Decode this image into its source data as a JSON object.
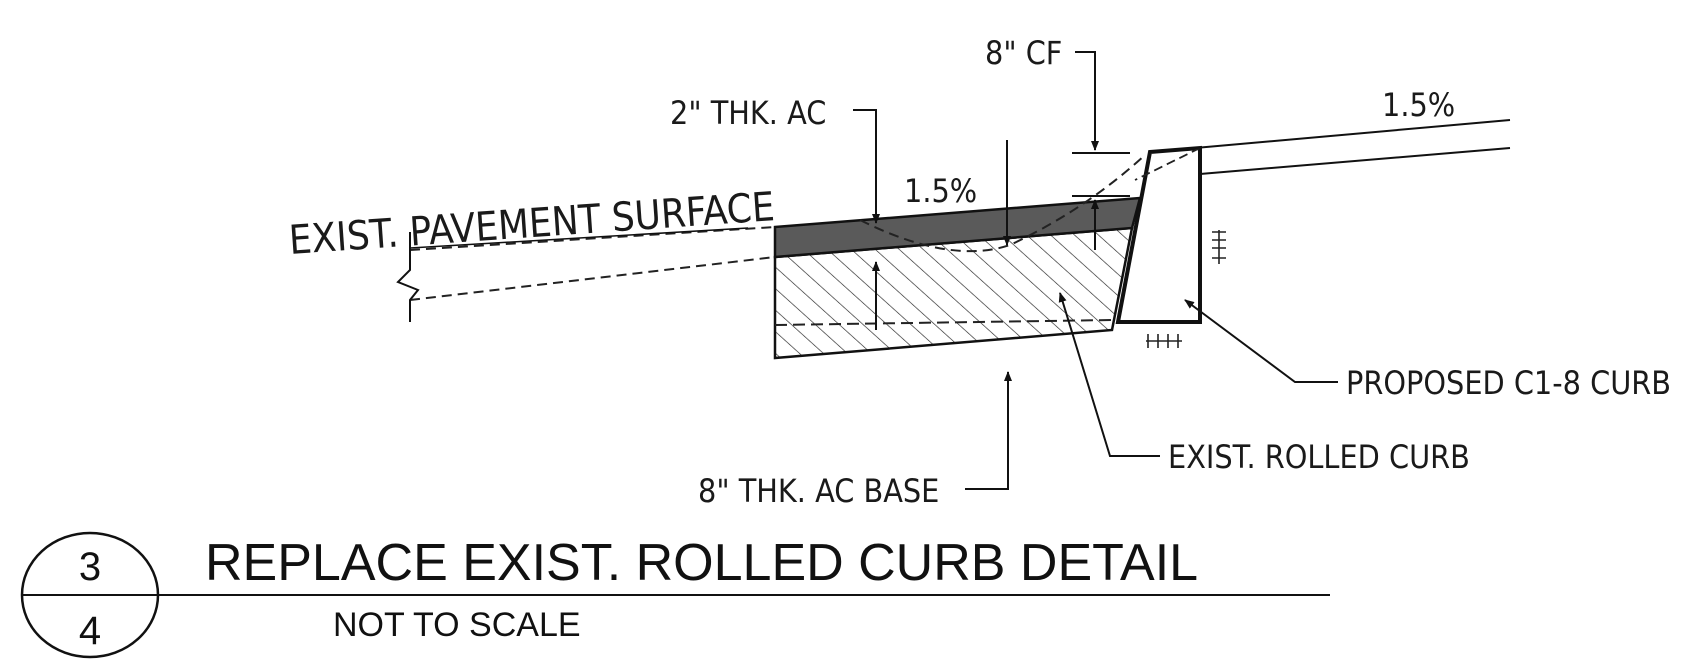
{
  "labels": {
    "cf": "8\" CF",
    "ac_thickness": "2\" THK. AC",
    "slope_left": "1.5%",
    "slope_right": "1.5%",
    "exist_pavement": "EXIST. PAVEMENT SURFACE",
    "proposed_curb": "PROPOSED C1-8 CURB",
    "exist_curb": "EXIST. ROLLED CURB",
    "ac_base": "8\" THK. AC BASE"
  },
  "title_block": {
    "detail_number": "3",
    "sheet_number": "4",
    "title": "REPLACE EXIST. ROLLED CURB DETAIL",
    "scale_note": "NOT TO SCALE"
  },
  "colors": {
    "line": "#111111",
    "ac_fill": "#5a5a5a"
  }
}
